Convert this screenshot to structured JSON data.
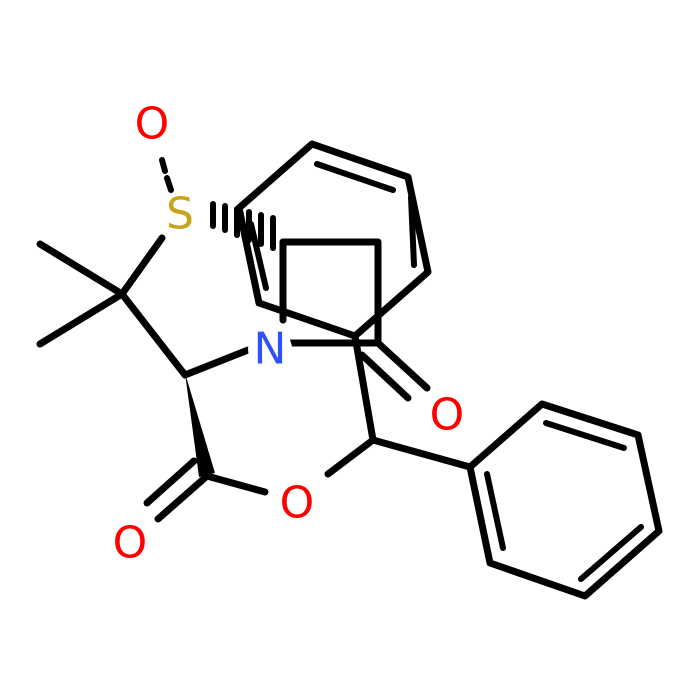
{
  "molecule": {
    "atoms": {
      "sulfoxide_oxygen": "O",
      "sulfur": "S",
      "nitrogen": "N",
      "lactam_oxygen": "O",
      "ester_oxygen": "O",
      "carbonyl_oxygen": "O"
    },
    "colors": {
      "bond": "#000000",
      "oxygen": "#ff0000",
      "nitrogen": "#3050f8",
      "sulfur": "#c8a41c",
      "background": "#ffffff"
    }
  }
}
